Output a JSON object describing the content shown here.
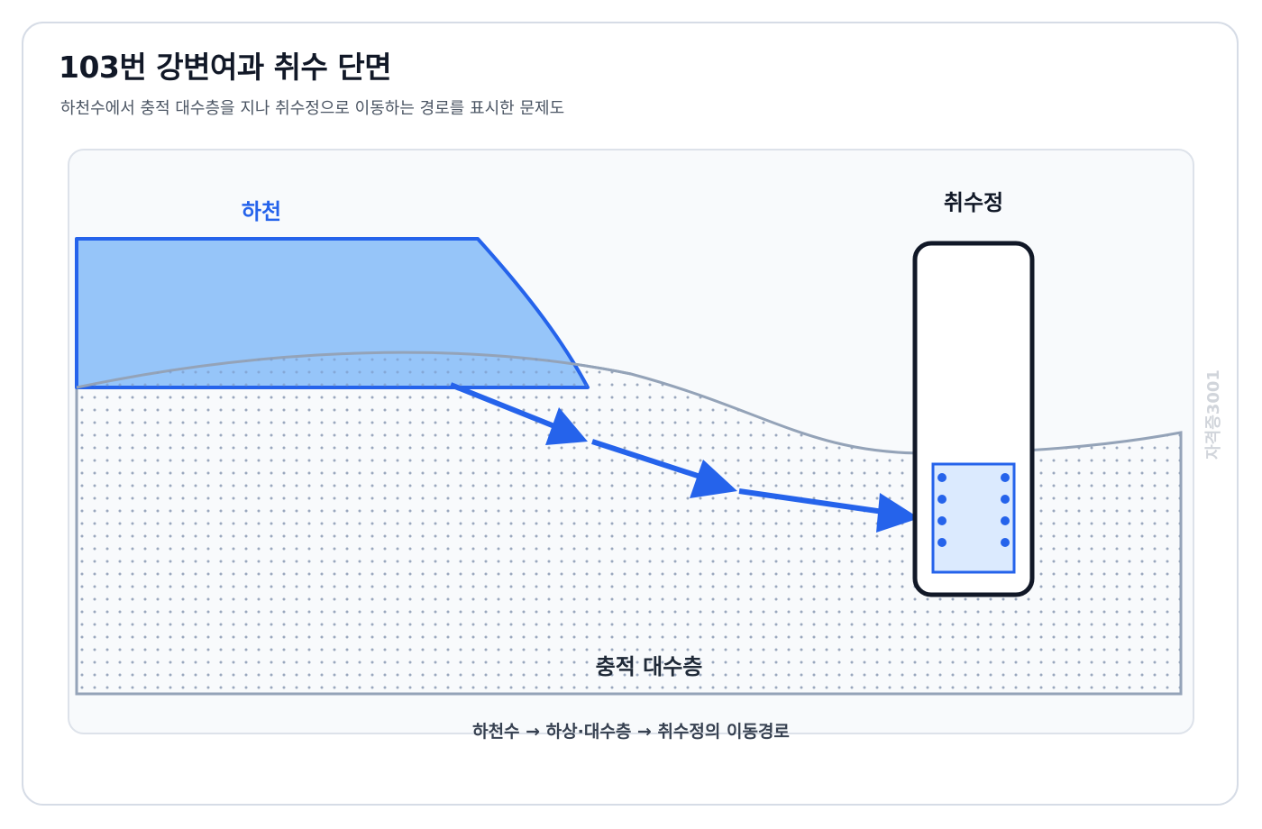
{
  "header": {
    "title": "103번 강변여과 취수 단면",
    "subtitle": "하천수에서 충적 대수층을 지나 취수정으로 이동하는 경로를 표시한 문제도"
  },
  "diagram": {
    "river_label": "하천",
    "well_label": "취수정",
    "aquifer_label": "충적 대수층",
    "caption": "하천수 → 하상·대수층 → 취수정의 이동경로",
    "watermark": "자격증3001"
  },
  "colors": {
    "river_fill": "#90c2f9",
    "river_stroke": "#2563eb",
    "arrow": "#2563eb",
    "aquifer_outline": "#94a3b8",
    "well_outline": "#111827",
    "screen_fill": "#dbeafe",
    "label_dark": "#111827",
    "label_river": "#2563eb"
  },
  "icons": {
    "flow_arrow": "arrow-right-icon",
    "well_screen": "well-screen-icon"
  }
}
